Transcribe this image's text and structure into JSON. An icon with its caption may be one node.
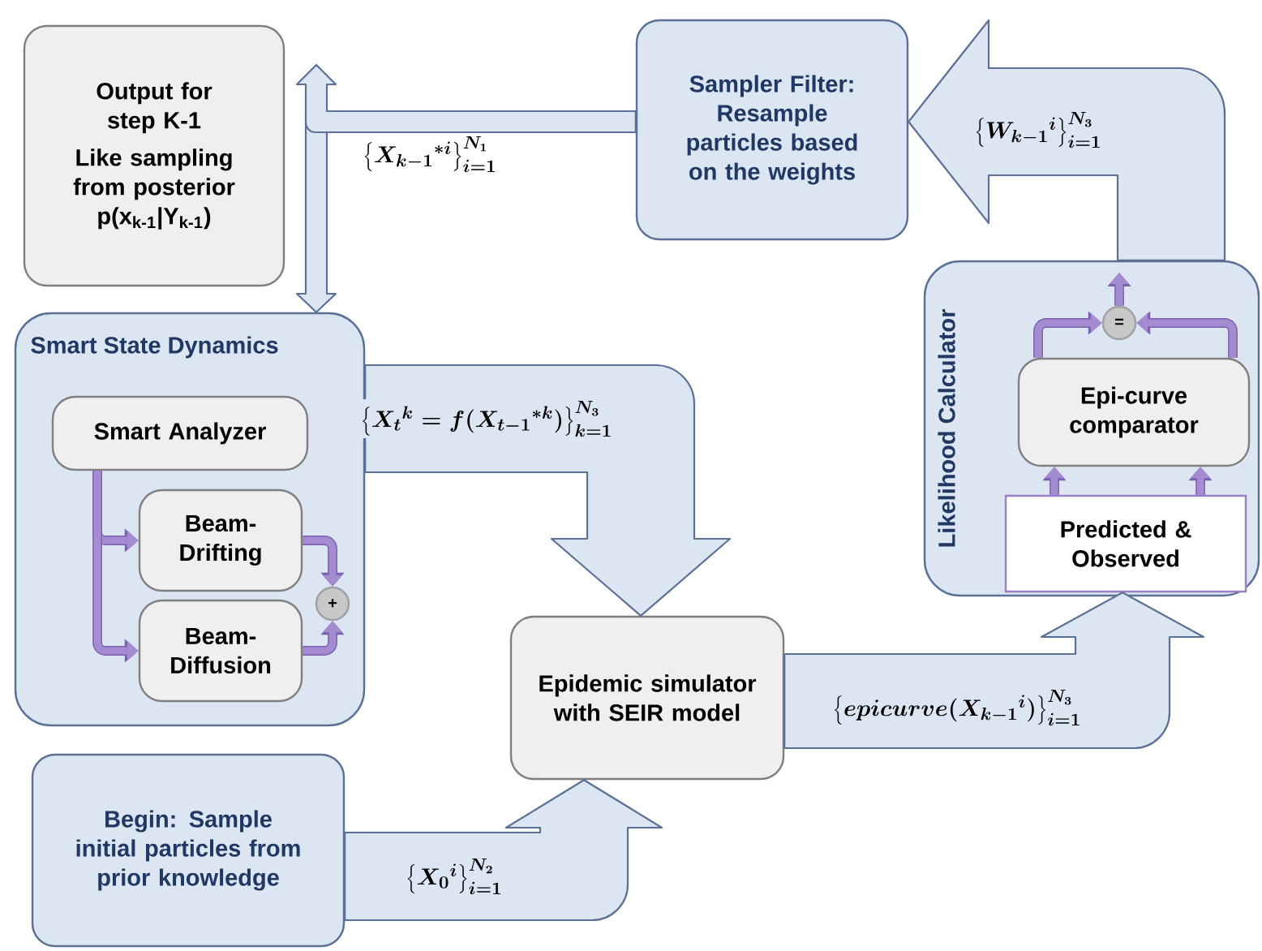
{
  "diagram": {
    "nodes": [
      {
        "text": [
          "Output for step K-1",
          "Like sampling from posterior p(x$_{k-1}$|Y$_{k-1}$)"
        ]
      },
      {
        "text": [
          "Sampler Filter: Resample particles based on the weights"
        ]
      },
      {
        "text": [
          "Smart State Dynamics"
        ]
      },
      {
        "text": [
          "Smart Analyzer"
        ],
        "in": 2
      },
      {
        "text": [
          "Beam-Drifting"
        ],
        "in": 2
      },
      {
        "text": [
          "Beam-Diffusion"
        ],
        "in": 2
      },
      {
        "text": [
          "+"
        ],
        "in": 2
      },
      {
        "text": [
          "Likelihood Calculator"
        ]
      },
      {
        "text": [
          "="
        ],
        "in": 7
      },
      {
        "text": [
          "Epi-curve comparator"
        ],
        "in": 7
      },
      {
        "text": [
          "Predicted & Observed"
        ],
        "in": 7
      },
      {
        "text": [
          "Epidemic simulator with SEIR model"
        ]
      },
      {
        "text": [
          "Begin: Sample initial particles from prior knowledge"
        ]
      }
    ],
    "edges": [
      {
        "from": 1,
        "to": 2,
        "arrow": "to",
        "label": "\\left\\{X_{k-1}{}^{*i}\\right\\}_{i=1}^{N_1}",
        "style": "thick",
        "color": "#dce6f2"
      },
      {
        "from": 1,
        "to": 0,
        "arrow": "to",
        "style": "thick",
        "color": "#dce6f2"
      },
      {
        "from": 2,
        "to": 11,
        "arrow": "to",
        "label": "\\left\\{X_t{}^k = f(X_{t-1}{}^{*k})\\right\\}_{k=1}^{N_3}",
        "style": "thick",
        "color": "#dce6f2"
      },
      {
        "from": 12,
        "to": 11,
        "arrow": "to",
        "label": "\\left\\{X_0{}^i\\right\\}_{i=1}^{N_2}",
        "style": "thick",
        "color": "#dce6f2"
      },
      {
        "from": 11,
        "to": 10,
        "arrow": "to",
        "label": "\\left\\{epicurve(X_{k-1}{}^i)\\right\\}_{i=1}^{N_3}",
        "style": "thick",
        "color": "#dce6f2"
      },
      {
        "from": 7,
        "to": 1,
        "arrow": "to",
        "label": "\\left\\{W_{k-1}{}^i\\right\\}_{i=1}^{N_3}",
        "style": "thick",
        "color": "#dce6f2"
      },
      {
        "from": 3,
        "to": 4,
        "arrow": "to"
      },
      {
        "from": 3,
        "to": 5,
        "arrow": "to"
      },
      {
        "from": 4,
        "to": 6,
        "arrow": "to"
      },
      {
        "from": 5,
        "to": 6,
        "arrow": "to"
      },
      {
        "from": 10,
        "to": 9,
        "arrow": "to"
      },
      {
        "from": 10,
        "to": 9,
        "arrow": "to"
      },
      {
        "from": 9,
        "to": 8,
        "arrow": "to"
      },
      {
        "from": 9,
        "to": 8,
        "arrow": "to"
      },
      {
        "from": 8,
        "to": null,
        "arrow": "to"
      }
    ]
  }
}
